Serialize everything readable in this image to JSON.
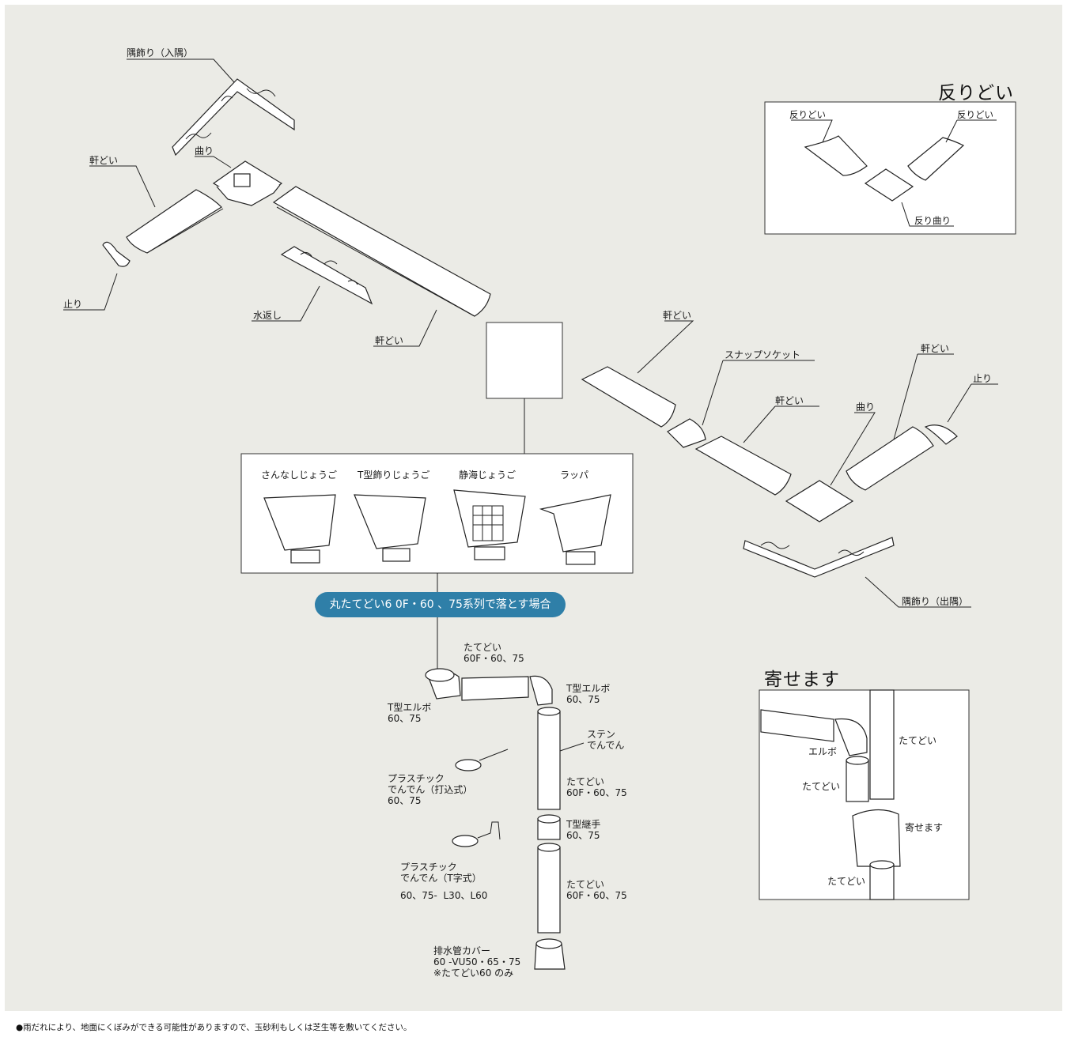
{
  "sections": {
    "sori_title": "反りどい",
    "yose_title": "寄せます"
  },
  "pill_text": "丸たてどい6 0F・60 、75系列で落とす場合",
  "labels": {
    "sumikazari_iri": "隅飾り（入隅）",
    "magari_top": "曲り",
    "noki_left": "軒どい",
    "tomari_left": "止り",
    "mizugaeshi": "水返し",
    "noki_center": "軒どい",
    "sori_l": "反りどい",
    "sori_r": "反りどい",
    "sori_magari": "反り曲り",
    "noki_r1": "軒どい",
    "snap_socket": "スナップソケット",
    "noki_r2": "軒どい",
    "magari_r": "曲り",
    "noki_r3": "軒どい",
    "tomari_r": "止り",
    "sumikazari_de": "隅飾り（出隅）",
    "jougo1": "さんなしじょうご",
    "jougo2": "T型飾りじょうご",
    "jougo3": "静海じょうご",
    "jougo4": "ラッパ",
    "tatedoi_top": "たてどい\n60F・60、75",
    "t_elbow_left": "T型エルボ\n60、75",
    "t_elbow_right": "T型エルボ\n60、75",
    "sten_denden": "ステン\nでんでん",
    "plastic_uchikomi": "プラスチック\nでんでん（打込式）\n60、75",
    "tatedoi_mid": "たてどい\n60F・60、75",
    "t_tsugite": "T型継手\n60、75",
    "plastic_tji": "プラスチック\nでんでん（T字式）",
    "plastic_tji_size": "60、75-  L30、L60",
    "tatedoi_low": "たてどい\n60F・60、75",
    "haisui_cover": "排水管カバー\n60 -VU50・65・75\n※たてどい60 のみ",
    "yose_elbow": "エルボ",
    "yose_tatedoi_r": "たてどい",
    "yose_tatedoi_l": "たてどい",
    "yose_yosemasu": "寄せます",
    "yose_tatedoi_b": "たてどい"
  },
  "footnote": "●雨だれにより、地面にくぼみができる可能性がありますので、玉砂利もしくは芝生等を敷いてください。",
  "colors": {
    "pill": "#2f7fa8",
    "background": "#ebebe6"
  }
}
